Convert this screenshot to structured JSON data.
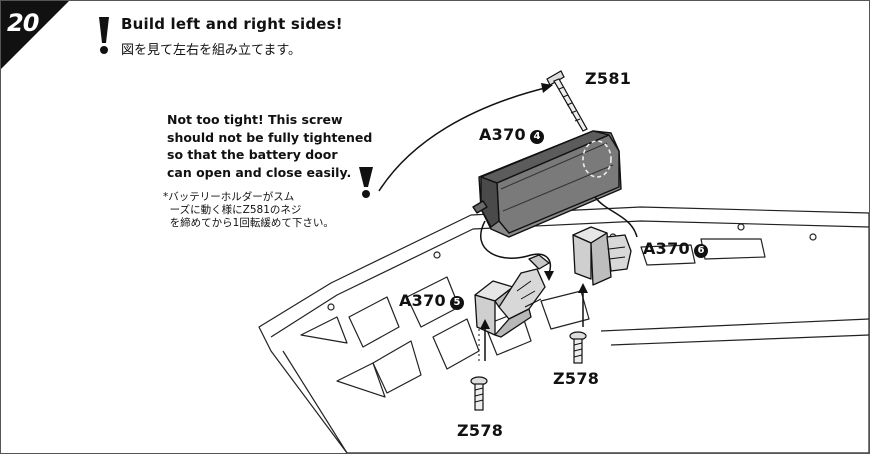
{
  "step": {
    "number": "20"
  },
  "title": {
    "en": "Build left and right sides!",
    "jp": "図を見て左右を組み立てます。"
  },
  "note": {
    "en": "Not too tight! This screw\nshould not be fully tightened\nso that the battery door\ncan open and close easily.",
    "jp": "*バッテリーホルダーがスム\n  ーズに動く様にZ581のネジ\n  を締めてから1回転緩めて下さい。"
  },
  "parts": {
    "top_screw": "Z581",
    "battery_holder": {
      "code": "A370",
      "badge": "4"
    },
    "right_bracket": {
      "code": "A370",
      "badge": "6"
    },
    "left_bracket": {
      "code": "A370",
      "badge": "5"
    },
    "lower_screw_right": "Z578",
    "lower_screw_left": "Z578"
  }
}
